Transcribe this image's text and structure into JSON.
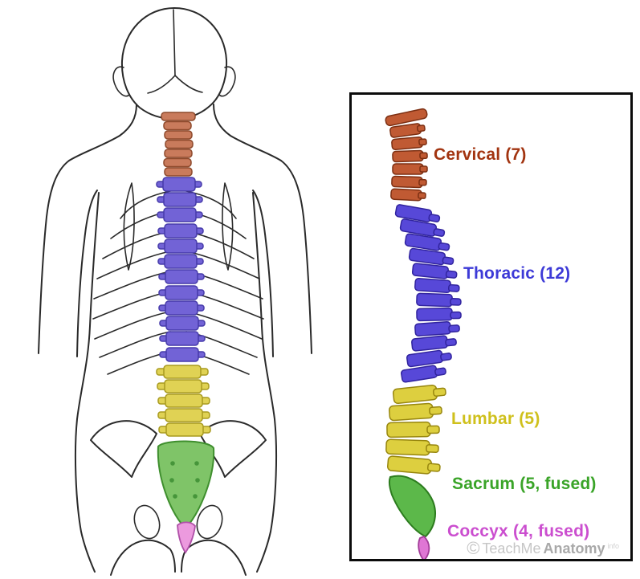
{
  "panel": {
    "labels": [
      {
        "id": "cervical",
        "text": "Cervical (7)",
        "color": "#a23410"
      },
      {
        "id": "thoracic",
        "text": "Thoracic (12)",
        "color": "#3d3ad7"
      },
      {
        "id": "lumbar",
        "text": "Lumbar (5)",
        "color": "#cfc01c"
      },
      {
        "id": "sacrum",
        "text": "Sacrum (5, fused)",
        "color": "#3aa428"
      },
      {
        "id": "coccyx",
        "text": "Coccyx (4, fused)",
        "color": "#cb4ecf"
      }
    ],
    "watermark": {
      "symbol": "©",
      "name_part1": "TeachMe",
      "name_part2": "Anatomy",
      "suffix": "info",
      "color": "#b9b9b9"
    }
  },
  "regions": {
    "cervical": {
      "name": "Cervical",
      "vertebrae": "7",
      "fill": "#c05a33",
      "figure_fill": "#c97b5c"
    },
    "thoracic": {
      "name": "Thoracic",
      "vertebrae": "12",
      "fill": "#5748d8",
      "figure_fill": "#7263d6"
    },
    "lumbar": {
      "name": "Lumbar",
      "vertebrae": "5",
      "fill": "#ddcf3f",
      "figure_fill": "#e0d254"
    },
    "sacrum": {
      "name": "Sacrum",
      "vertebrae": "5, fused",
      "fill": "#5cb84a",
      "figure_fill": "#7fc468"
    },
    "coccyx": {
      "name": "Coccyx",
      "vertebrae": "4, fused",
      "fill": "#df76d4",
      "figure_fill": "#ec9ade"
    }
  }
}
